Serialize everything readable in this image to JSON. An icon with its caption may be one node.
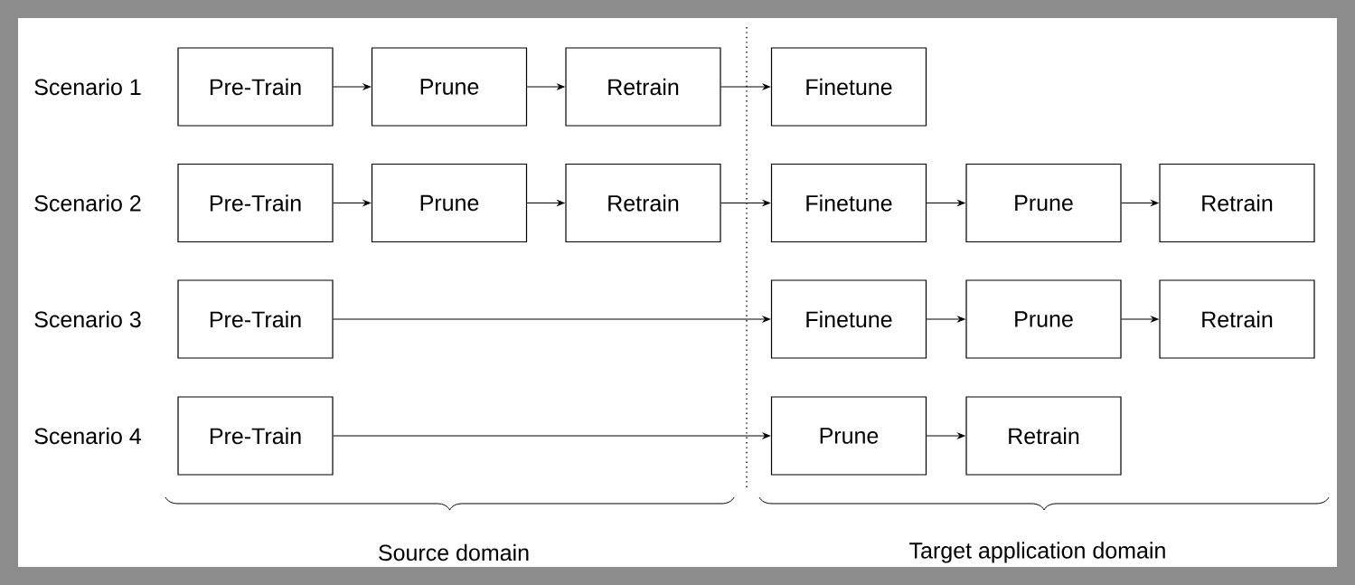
{
  "diagram": {
    "nodes": [
      {
        "text": [
          "Pre-Train"
        ]
      },
      {
        "text": [
          "Prune"
        ]
      },
      {
        "text": [
          "Retrain"
        ]
      },
      {
        "text": [
          "Finetune"
        ]
      },
      {
        "text": [
          "Pre-Train"
        ]
      },
      {
        "text": [
          "Prune"
        ]
      },
      {
        "text": [
          "Retrain"
        ]
      },
      {
        "text": [
          "Finetune"
        ]
      },
      {
        "text": [
          "Prune"
        ]
      },
      {
        "text": [
          "Retrain"
        ]
      },
      {
        "text": [
          "Pre-Train"
        ]
      },
      {
        "text": [
          "Finetune"
        ]
      },
      {
        "text": [
          "Prune"
        ]
      },
      {
        "text": [
          "Retrain"
        ]
      },
      {
        "text": [
          "Pre-Train"
        ]
      },
      {
        "text": [
          "Prune"
        ]
      },
      {
        "text": [
          "Retrain"
        ]
      }
    ],
    "edges": [
      {
        "from": 0,
        "to": 1,
        "arrow": "to"
      },
      {
        "from": 1,
        "to": 2,
        "arrow": "to"
      },
      {
        "from": 2,
        "to": 3,
        "arrow": "to"
      },
      {
        "from": 4,
        "to": 5,
        "arrow": "to"
      },
      {
        "from": 5,
        "to": 6,
        "arrow": "to"
      },
      {
        "from": 6,
        "to": 7,
        "arrow": "to"
      },
      {
        "from": 7,
        "to": 8,
        "arrow": "to"
      },
      {
        "from": 8,
        "to": 9,
        "arrow": "to"
      },
      {
        "from": 10,
        "to": 11,
        "arrow": "to"
      },
      {
        "from": 11,
        "to": 12,
        "arrow": "to"
      },
      {
        "from": 12,
        "to": 13,
        "arrow": "to"
      },
      {
        "from": 14,
        "to": 15,
        "arrow": "to"
      },
      {
        "from": 15,
        "to": 16,
        "arrow": "to"
      }
    ],
    "labels": [
      "Scenario 1",
      "Scenario 2",
      "Scenario 3",
      "Scenario 4",
      "Source domain",
      "Target application domain"
    ]
  }
}
